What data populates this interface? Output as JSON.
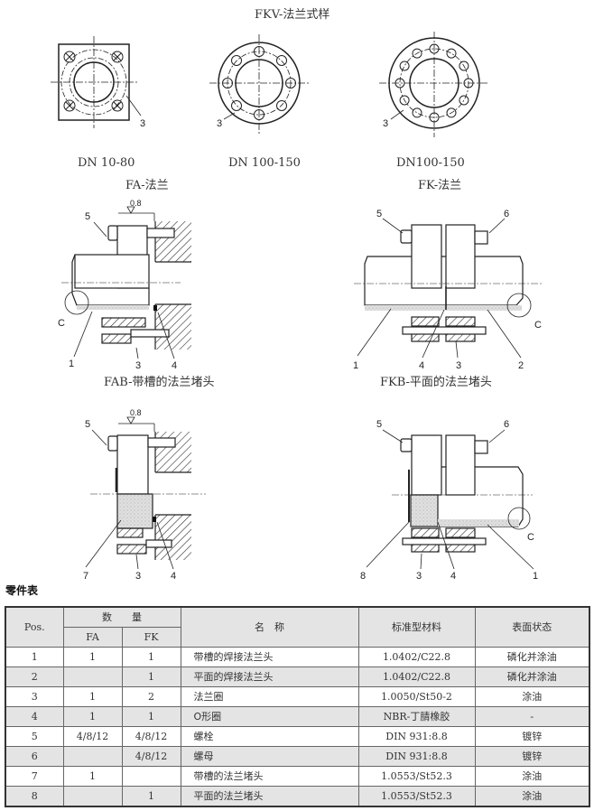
{
  "figures": {
    "fkv_title": "FKV-法兰式样",
    "views": [
      {
        "caption": "DN 10-80",
        "label": "3"
      },
      {
        "caption": "DN 100-150",
        "label": "3"
      },
      {
        "caption": "DN100-150",
        "label": "3"
      }
    ],
    "fa": {
      "title": "FA-法兰",
      "roughness": "0.8",
      "labels": [
        "5",
        "1",
        "3",
        "4",
        "C"
      ]
    },
    "fk": {
      "title": "FK-法兰",
      "labels": [
        "5",
        "6",
        "1",
        "4",
        "3",
        "2",
        "C"
      ]
    },
    "fab": {
      "title": "FAB-带槽的法兰堵头",
      "roughness": "0.8",
      "labels": [
        "5",
        "7",
        "3",
        "4"
      ]
    },
    "fkb": {
      "title": "FKB-平面的法兰堵头",
      "labels": [
        "5",
        "6",
        "8",
        "3",
        "4",
        "1",
        "C"
      ]
    }
  },
  "parts_table": {
    "title": "零件表",
    "headers": {
      "pos": "Pos.",
      "qty": "数　　量",
      "fa": "FA",
      "fk": "FK",
      "name": "名　称",
      "material": "标准型材料",
      "surface": "表面状态"
    },
    "rows": [
      {
        "pos": "1",
        "fa": "1",
        "fk": "1",
        "name": "带槽的焊接法兰头",
        "material": "1.0402/C22.8",
        "surface": "磷化并涂油"
      },
      {
        "pos": "2",
        "fa": "",
        "fk": "1",
        "name": "平面的焊接法兰头",
        "material": "1.0402/C22.8",
        "surface": "磷化并涂油"
      },
      {
        "pos": "3",
        "fa": "1",
        "fk": "2",
        "name": "法兰圈",
        "material": "1.0050/St50-2",
        "surface": "涂油"
      },
      {
        "pos": "4",
        "fa": "1",
        "fk": "1",
        "name": "O形圈",
        "material": "NBR-丁腈橡胶",
        "surface": "-"
      },
      {
        "pos": "5",
        "fa": "4/8/12",
        "fk": "4/8/12",
        "name": "螺栓",
        "material": "DIN 931:8.8",
        "surface": "镀锌"
      },
      {
        "pos": "6",
        "fa": "",
        "fk": "4/8/12",
        "name": "螺母",
        "material": "DIN 931:8.8",
        "surface": "镀锌"
      },
      {
        "pos": "7",
        "fa": "1",
        "fk": "",
        "name": "带槽的法兰堵头",
        "material": "1.0553/St52.3",
        "surface": "涂油"
      },
      {
        "pos": "8",
        "fa": "",
        "fk": "1",
        "name": "平面的法兰堵头",
        "material": "1.0553/St52.3",
        "surface": "涂油"
      }
    ]
  }
}
